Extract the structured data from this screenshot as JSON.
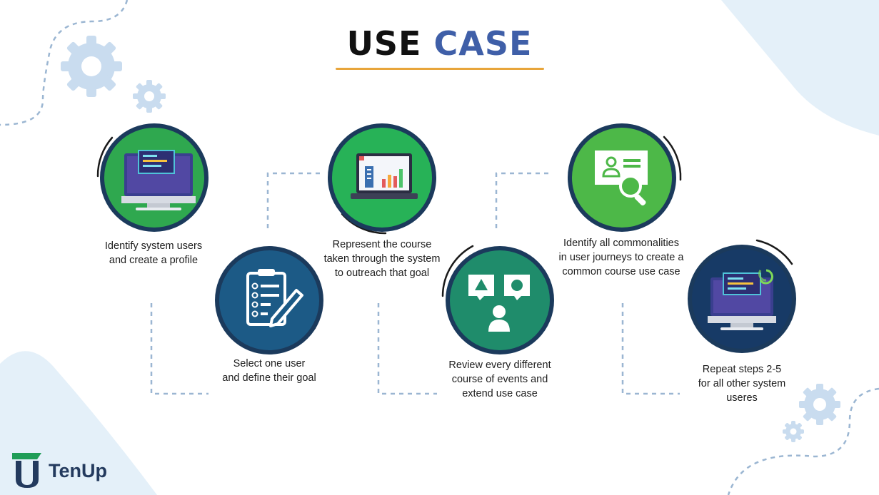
{
  "title": {
    "word1": "USE",
    "word2": "CASE"
  },
  "steps": [
    {
      "caption": [
        "Identify system users",
        "and create a profile"
      ],
      "icon": "monitor-code-icon",
      "color": "#2fa84f"
    },
    {
      "caption": [
        "Select one user",
        "and define their goal"
      ],
      "icon": "clipboard-pencil-icon",
      "color": "#1c5a86"
    },
    {
      "caption": [
        "Represent the course",
        "taken through the system",
        "to outreach that goal"
      ],
      "icon": "laptop-chart-icon",
      "color": "#27b257"
    },
    {
      "caption": [
        "Review every different",
        "course of events and",
        "extend use case"
      ],
      "icon": "chat-user-icon",
      "color": "#1f8c6b"
    },
    {
      "caption": [
        "Identify all commonalities",
        "in user journeys to create a",
        "common course use case"
      ],
      "icon": "profile-search-icon",
      "color": "#4db848"
    },
    {
      "caption": [
        "Repeat steps 2-5",
        "for all other system",
        "useres"
      ],
      "icon": "monitor-refresh-icon",
      "color": "#173a66"
    }
  ],
  "brand": {
    "name": "TenUp",
    "logo_icon": "tenup-logo-icon"
  },
  "colors": {
    "title_accent": "#3f5fa8",
    "underline": "#e8a53b",
    "connector": "#9bb6d2"
  }
}
